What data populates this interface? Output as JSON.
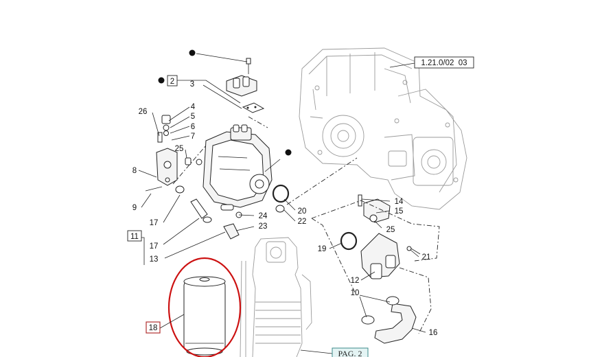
{
  "diagram": {
    "reference_label": "1.21.0/02  03",
    "page_link_label": "PAG. 2",
    "callouts": [
      {
        "id": "c4",
        "text": "4"
      },
      {
        "id": "c5",
        "text": "5"
      },
      {
        "id": "c6",
        "text": "6"
      },
      {
        "id": "c7",
        "text": "7"
      },
      {
        "id": "c26",
        "text": "26"
      },
      {
        "id": "c3",
        "text": "3"
      },
      {
        "id": "c25a",
        "text": "25"
      },
      {
        "id": "c8",
        "text": "8"
      },
      {
        "id": "c9",
        "text": "9"
      },
      {
        "id": "c17a",
        "text": "17"
      },
      {
        "id": "c17b",
        "text": "17"
      },
      {
        "id": "c13",
        "text": "13"
      },
      {
        "id": "c24",
        "text": "24"
      },
      {
        "id": "c23",
        "text": "23"
      },
      {
        "id": "c20",
        "text": "20"
      },
      {
        "id": "c22",
        "text": "22"
      },
      {
        "id": "c14",
        "text": "14"
      },
      {
        "id": "c15",
        "text": "15"
      },
      {
        "id": "c25b",
        "text": "25"
      },
      {
        "id": "c19",
        "text": "19"
      },
      {
        "id": "c21",
        "text": "21"
      },
      {
        "id": "c12",
        "text": "12"
      },
      {
        "id": "c10",
        "text": "10"
      },
      {
        "id": "c16",
        "text": "16"
      }
    ],
    "boxed_callouts": [
      {
        "id": "b2",
        "text": "2"
      },
      {
        "id": "b11",
        "text": "11"
      },
      {
        "id": "b18",
        "text": "18"
      }
    ],
    "colors": {
      "line": "#222222",
      "ghost": "#9a9a9a",
      "highlight": "#cc1111",
      "box18": "#b03030",
      "pag_fill": "#e4f4f4",
      "pag_stroke": "#3a8a8a"
    }
  }
}
